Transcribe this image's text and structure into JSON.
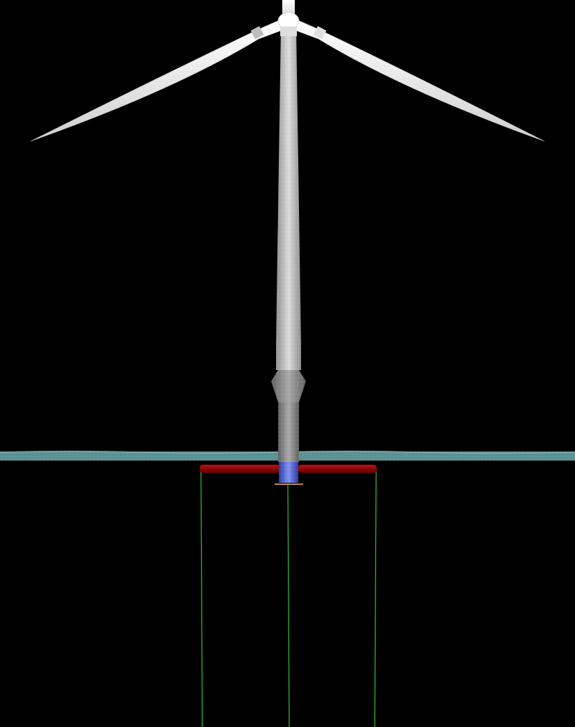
{
  "scene": {
    "background": "#000000",
    "components": [
      {
        "id": "rotor",
        "name": "wind-turbine-rotor",
        "color": "#f2f2f2"
      },
      {
        "id": "tower",
        "name": "turbine-tower",
        "color": "#bdbdbd"
      },
      {
        "id": "transition",
        "name": "transition-piece",
        "color": "#8a8a8a"
      },
      {
        "id": "sea",
        "name": "sea-surface",
        "color": "#5a9090"
      },
      {
        "id": "pontoons",
        "name": "floating-pontoons",
        "color": "#8e0000"
      },
      {
        "id": "keel",
        "name": "spar-keel",
        "color": "#3a4fd0"
      },
      {
        "id": "moorings",
        "name": "mooring-lines",
        "color": "#2fb82f"
      }
    ]
  }
}
